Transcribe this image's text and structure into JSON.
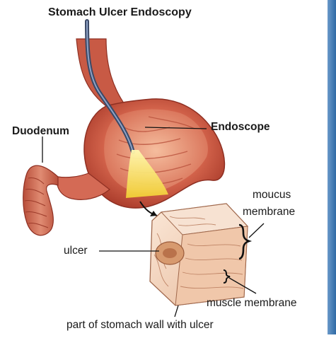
{
  "title": "Stomach Ulcer Endoscopy",
  "labels": {
    "duodenum": "Duodenum",
    "endoscope": "Endoscope",
    "moucus": "moucus",
    "membrane": "membrane",
    "ulcer": "ulcer",
    "muscle_membrane": "muscle membrane",
    "caption": "part of stomach wall with ulcer"
  },
  "colors": {
    "stomach_outer": "#c9513a",
    "stomach_inner": "#e8836a",
    "duodenum": "#d46a55",
    "scope_light": "#f6dc52",
    "scope_cable": "#4a5a78",
    "tissue": "#f1d6c2",
    "edge_strip": "#2f6aa5"
  }
}
